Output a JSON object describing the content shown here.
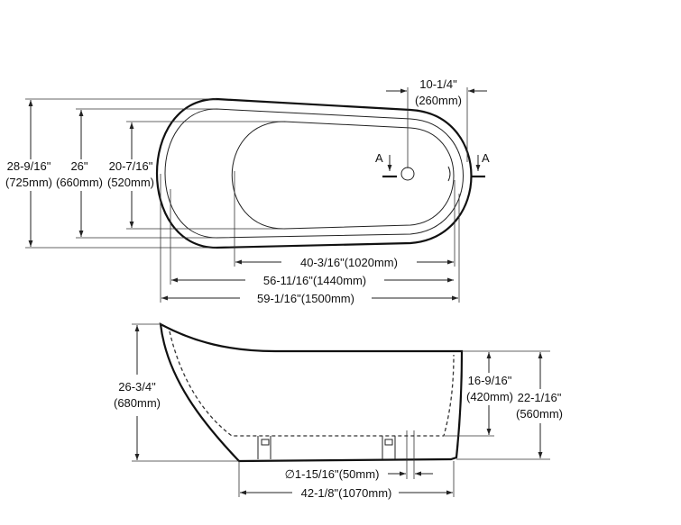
{
  "top_view": {
    "drain_offset": {
      "imperial": "10-1/4\"",
      "metric": "(260mm)"
    },
    "outer_width": {
      "imperial": "28-9/16\"",
      "metric": "(725mm)"
    },
    "rim_width": {
      "imperial": "26\"",
      "metric": "(660mm)"
    },
    "inner_width": {
      "imperial": "20-7/16\"",
      "metric": "(520mm)"
    },
    "inner_length": "40-3/16\"(1020mm)",
    "rim_length": "56-11/16\"(1440mm)",
    "outer_length": "59-1/16\"(1500mm)",
    "section_marker_left": "A",
    "section_marker_right": "A"
  },
  "side_view": {
    "total_height": {
      "imperial": "26-3/4\"",
      "metric": "(680mm)"
    },
    "inner_depth": {
      "imperial": "16-9/16\"",
      "metric": "(420mm)"
    },
    "end_height": {
      "imperial": "22-1/16\"",
      "metric": "(560mm)"
    },
    "drain_diameter": "∅1-15/16\"(50mm)",
    "base_length": "42-1/8\"(1070mm)"
  }
}
